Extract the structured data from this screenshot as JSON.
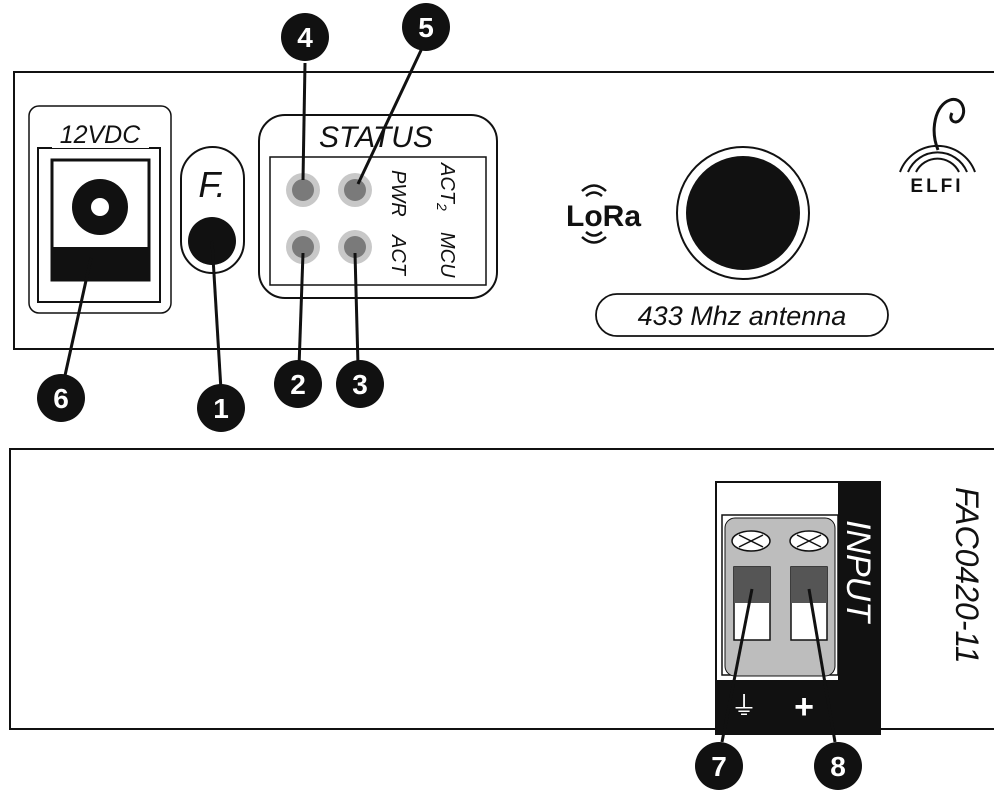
{
  "top_panel": {
    "power_label": "12VDC",
    "button_label": "F.",
    "status_title": "STATUS",
    "led_labels": {
      "pwr": "PWR",
      "act": "ACT",
      "act2": "ACT",
      "act2_sub": "2",
      "mcu": "MCU"
    },
    "lora_logo": "LoRa",
    "antenna_label": "433 Mhz antenna",
    "brand_logo": "ELFI"
  },
  "bottom_panel": {
    "input_label": "INPUT",
    "model": "FAC0420-11",
    "ground_symbol": "⏚",
    "plus_symbol": "+"
  },
  "callouts": [
    "1",
    "2",
    "3",
    "4",
    "5",
    "6",
    "7",
    "8"
  ],
  "colors": {
    "line": "#111111",
    "led_inner": "#7a7a7a",
    "led_outer": "#c8c8c8",
    "terminal_body": "#bdbdbd",
    "terminal_slot": "#555555"
  }
}
